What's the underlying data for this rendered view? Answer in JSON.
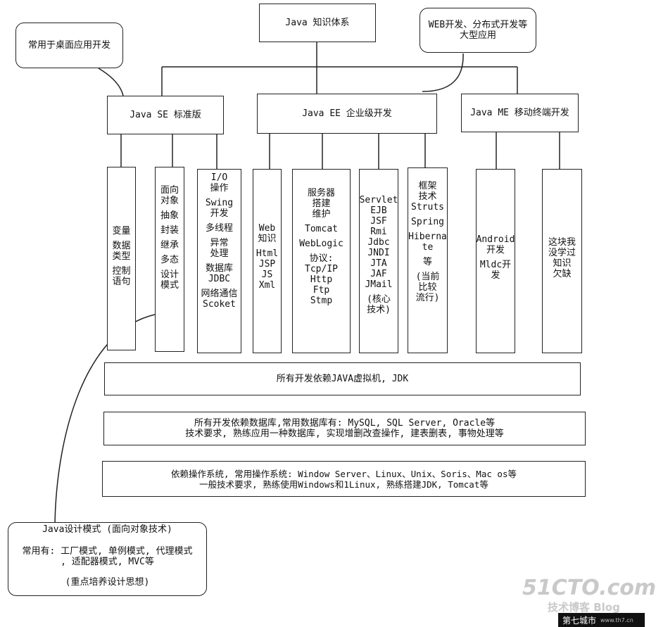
{
  "top": {
    "root": "Java 知识体系",
    "desktop_note": "常用于桌面应用开发",
    "web_note": "WEB开发、分布式开发等\n大型应用"
  },
  "editions": {
    "se": "Java   SE 标准版",
    "ee": "Java EE 企业级开发",
    "me": "Java ME 移动终端开发"
  },
  "columns": {
    "se_basic": [
      "变量",
      "数据\n类型",
      "控制\n语句"
    ],
    "se_oop": [
      "面向\n对象",
      "抽象",
      "封装",
      "继承",
      "多态",
      "设计\n模式"
    ],
    "se_io": [
      "I/O\n操作",
      "Swing\n开发",
      "多线程",
      "异常\n处理",
      "数据库\nJDBC",
      "网络通信\nScoket"
    ],
    "ee_web": [
      "Web\n知识",
      "Html\nJSP\nJS\nXml"
    ],
    "ee_server": [
      "服务器\n搭建\n维护",
      "Tomcat",
      "WebLogic",
      "协议:\nTcp/IP\nHttp\nFtp\nStmp"
    ],
    "ee_core": [
      "Servlet\nEJB\nJSF\nRmi\nJdbc\nJNDI\nJTA\nJAF\nJMail",
      "(核心\n技术)"
    ],
    "ee_framework": [
      "框架\n技术\nStruts",
      "Spring",
      "Hiberna\nte",
      "等",
      "(当前\n比较\n流行)"
    ],
    "me_android": [
      "Android\n开发",
      "Mldc开\n发"
    ],
    "me_gap": [
      "这块我\n没学过\n知识\n欠缺"
    ]
  },
  "foundations": {
    "jvm": "所有开发依赖JAVA虚拟机, JDK",
    "db_line1": "所有开发依赖数据库,常用数据库有: MySQL, SQL Server, Oracle等",
    "db_line2": "技术要求, 熟练应用一种数据库, 实现增删改查操作, 建表删表, 事物处理等",
    "os_line1": "依赖操作系统, 常用操作系统: Window Server、Linux、Unix、Soris、Mac os等",
    "os_line2": "一般技术要求, 熟练使用Windows和1Linux, 熟练搭建JDK, Tomcat等"
  },
  "patterns_note": {
    "title": "Java设计模式 (面向对象技术)",
    "body": "常用有: 工厂模式, 单例模式, 代理模式\n, 适配器模式, MVC等",
    "footer": "(重点培养设计思想)"
  },
  "watermark": {
    "brand": "51CTO.com",
    "sub": "技术博客  Blog",
    "badge": "第七城市",
    "site": "www.th7.cn"
  },
  "colors": {
    "line": "#222222",
    "watermark": "#c9c9c9"
  }
}
